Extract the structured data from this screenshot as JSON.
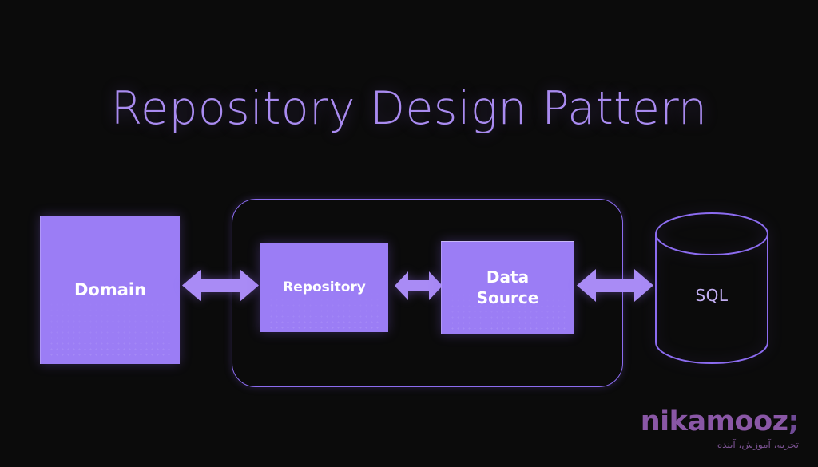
{
  "slide": {
    "title": "Repository Design Pattern",
    "background_color": "#0b0b0b",
    "accent_color": "#9b7df5",
    "title_color": "#a98bf0"
  },
  "diagram": {
    "type": "flow-diagram",
    "nodes": [
      {
        "id": "domain",
        "label": "Domain",
        "shape": "rectangle",
        "fill": "#9b7df5",
        "text_color": "#ffffff"
      },
      {
        "id": "repository",
        "label": "Repository",
        "shape": "rectangle",
        "fill": "#9b7df5",
        "text_color": "#ffffff"
      },
      {
        "id": "datasource",
        "label_line1": "Data",
        "label_line2": "Source",
        "shape": "rectangle",
        "fill": "#9b7df5",
        "text_color": "#ffffff"
      },
      {
        "id": "sql",
        "label": "SQL",
        "shape": "cylinder",
        "fill": "none",
        "stroke": "#8c6cf0",
        "text_color": "#c2aef2"
      }
    ],
    "connectors": [
      {
        "id": "domain-repository",
        "from": "domain",
        "to": "repository",
        "style": "double-arrow",
        "color": "#a98bf5"
      },
      {
        "id": "repository-datasource",
        "from": "repository",
        "to": "datasource",
        "style": "double-arrow",
        "color": "#a98bf5"
      },
      {
        "id": "datasource-sql",
        "from": "datasource",
        "to": "sql",
        "style": "double-arrow",
        "color": "#a98bf5"
      }
    ],
    "group": {
      "id": "repository-layer",
      "contains": [
        "repository",
        "datasource"
      ],
      "stroke": "#8c6cf0",
      "corner": "rounded"
    }
  },
  "logo": {
    "word": "nikamooz",
    "semicolon": ";",
    "tagline": "تجربه، آموزش، آینده",
    "color": "#8a57a6"
  }
}
